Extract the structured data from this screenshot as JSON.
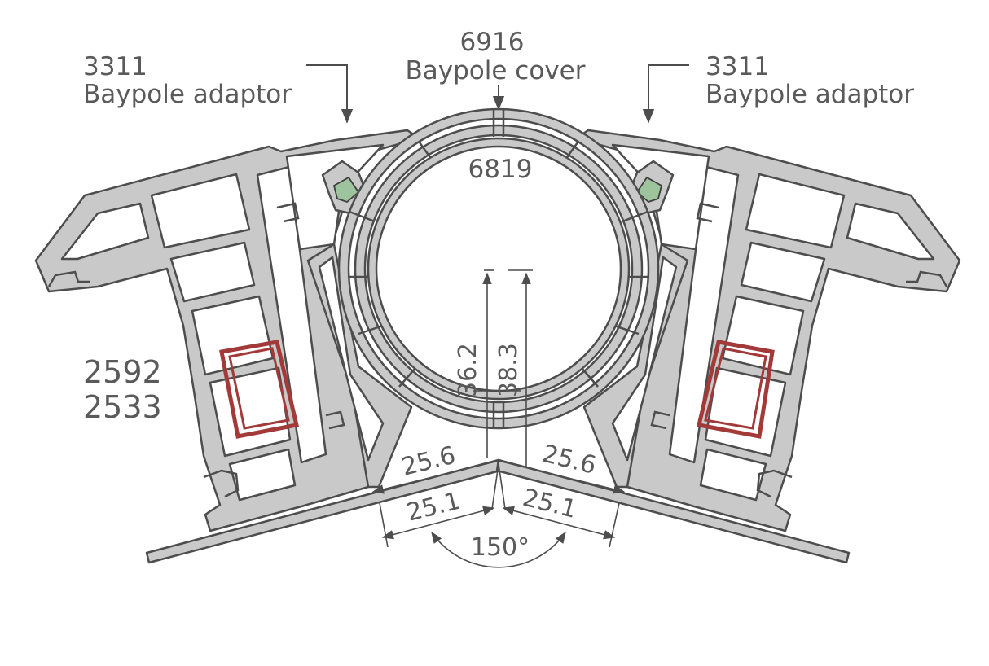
{
  "labels": {
    "left_adaptor_code": "3311",
    "left_adaptor_name": "Baypole adaptor",
    "right_adaptor_code": "3311",
    "right_adaptor_name": "Baypole adaptor",
    "cover_code": "6916",
    "cover_name": "Baypole cover",
    "inner_tube_code": "6819",
    "reinforcement_code_1": "2592",
    "reinforcement_code_2": "2533"
  },
  "dimensions": {
    "inner_radius": "36.2",
    "outer_radius": "38.3",
    "left_offset_upper": "25.6",
    "right_offset_upper": "25.6",
    "left_offset_lower": "25.1",
    "right_offset_lower": "25.1",
    "angle": "150°"
  },
  "colors": {
    "profile_fill": "#c9c9c9",
    "outline": "#4d4d4d",
    "steel_reinforcement": "#a33a3a",
    "gasket": "#9ec49e",
    "text": "#5a5a5a"
  }
}
